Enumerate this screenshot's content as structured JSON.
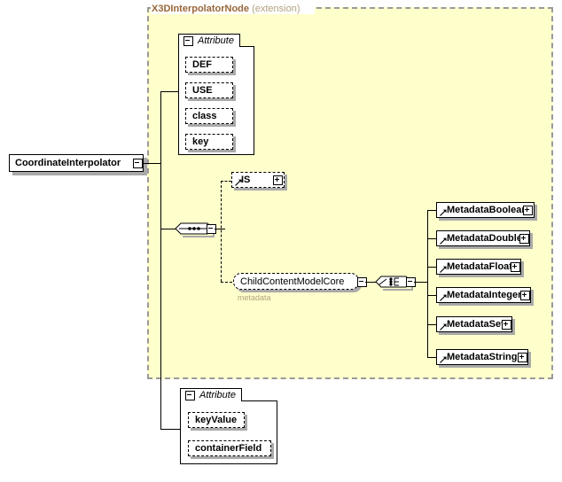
{
  "diagram": {
    "type": "xml-schema-element-diagram",
    "root_element": {
      "label": "CoordinateInterpolator",
      "collapse_icon": "minus-box"
    },
    "extension_region": {
      "title": "X3DInterpolatorNode",
      "title_suffix": "(extension)",
      "background_color": "#ffffcc",
      "border_color": "#999999"
    },
    "top_attribute_group": {
      "tab_label": "Attribute",
      "tab_icon": "minus-box",
      "items": [
        {
          "label": "DEF"
        },
        {
          "label": "USE"
        },
        {
          "label": "class"
        },
        {
          "label": "key"
        }
      ]
    },
    "bottom_attribute_group": {
      "tab_label": "Attribute",
      "tab_icon": "minus-box",
      "items": [
        {
          "label": "keyValue"
        },
        {
          "label": "containerField"
        }
      ]
    },
    "sequence_compositor": {
      "icon": "sequence-icon",
      "toggle_icon": "minus-box"
    },
    "choice_compositor": {
      "icon": "choice-icon",
      "toggle_icon": "minus-box"
    },
    "is_node": {
      "label": "IS",
      "expand_icon": "plus-box",
      "ref_icon": "reference-arrow-icon"
    },
    "child_content_model": {
      "label": "ChildContentModelCore",
      "caption": "metadata",
      "toggle_icon": "minus-box"
    },
    "metadata_nodes": [
      {
        "label": "MetadataBoolean",
        "expand_icon": "plus-box",
        "ref_icon": "reference-arrow-icon"
      },
      {
        "label": "MetadataDouble",
        "expand_icon": "plus-box",
        "ref_icon": "reference-arrow-icon"
      },
      {
        "label": "MetadataFloat",
        "expand_icon": "plus-box",
        "ref_icon": "reference-arrow-icon"
      },
      {
        "label": "MetadataInteger",
        "expand_icon": "plus-box",
        "ref_icon": "reference-arrow-icon"
      },
      {
        "label": "MetadataSet",
        "expand_icon": "plus-box",
        "ref_icon": "reference-arrow-icon"
      },
      {
        "label": "MetadataString",
        "expand_icon": "plus-box",
        "ref_icon": "reference-arrow-icon"
      }
    ]
  }
}
